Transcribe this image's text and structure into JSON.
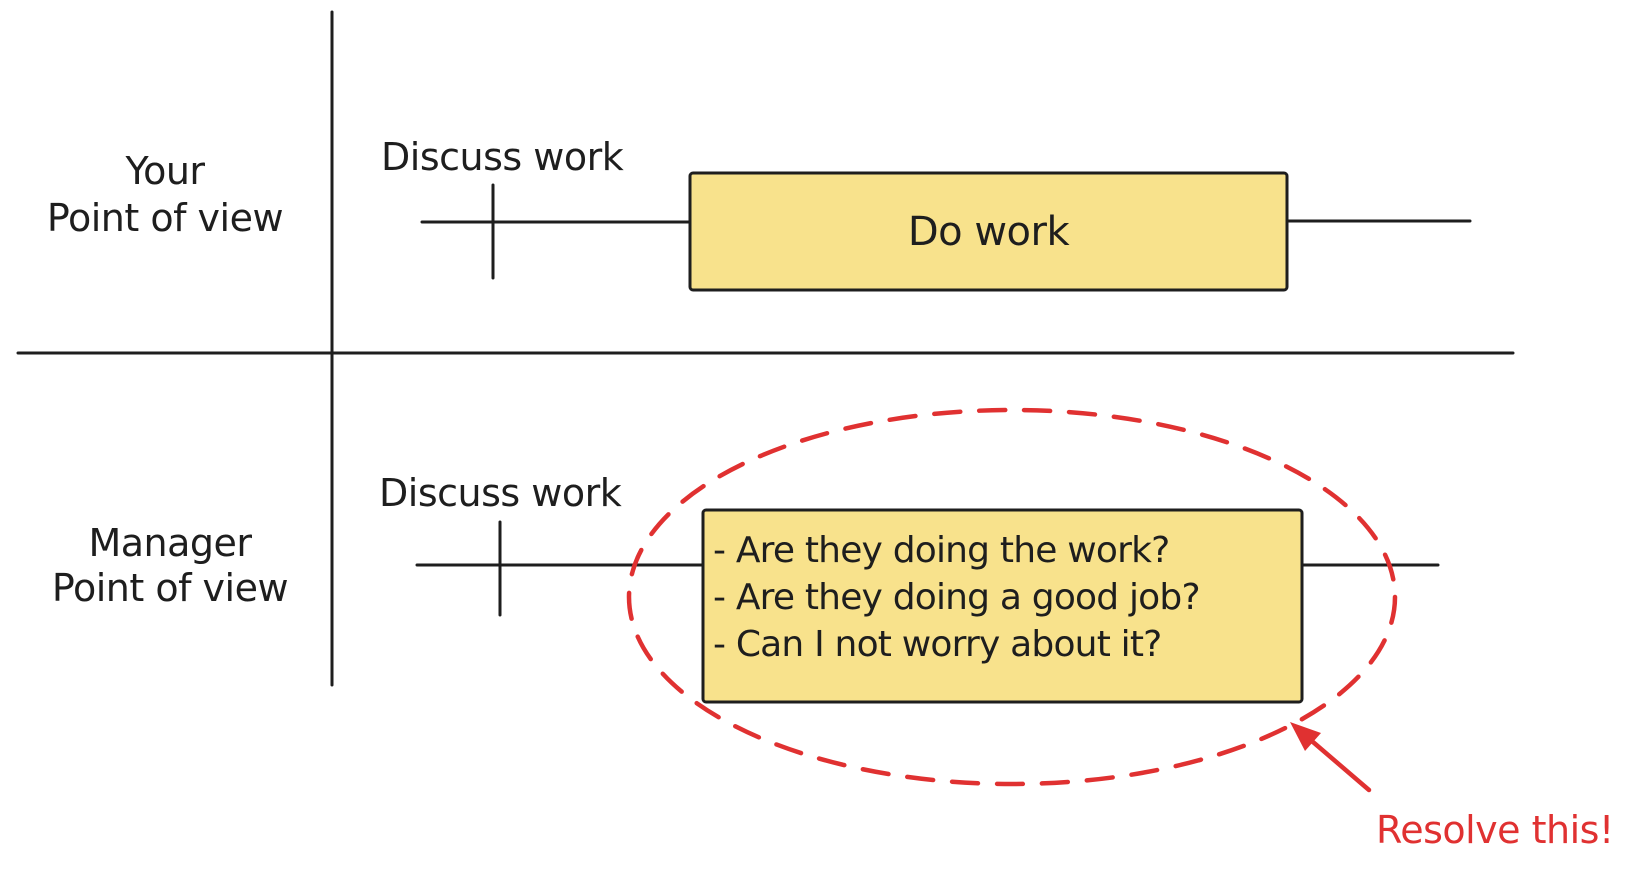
{
  "colors": {
    "ink": "#1e1e1e",
    "yellow_fill": "#f8e28c",
    "red": "#e03131",
    "background": "#ffffff"
  },
  "quadrant_labels": {
    "top": {
      "line1": "Your",
      "line2": "Point of view"
    },
    "bottom": {
      "line1": "Manager",
      "line2": "Point of view"
    }
  },
  "top_section": {
    "milestone_label": "Discuss work",
    "task_box_label": "Do work"
  },
  "bottom_section": {
    "milestone_label": "Discuss work",
    "task_box_lines": [
      "- Are they doing the work?",
      "- Are they doing a good job?",
      "- Can I not worry about it?"
    ]
  },
  "annotation": {
    "label": "Resolve this!"
  }
}
